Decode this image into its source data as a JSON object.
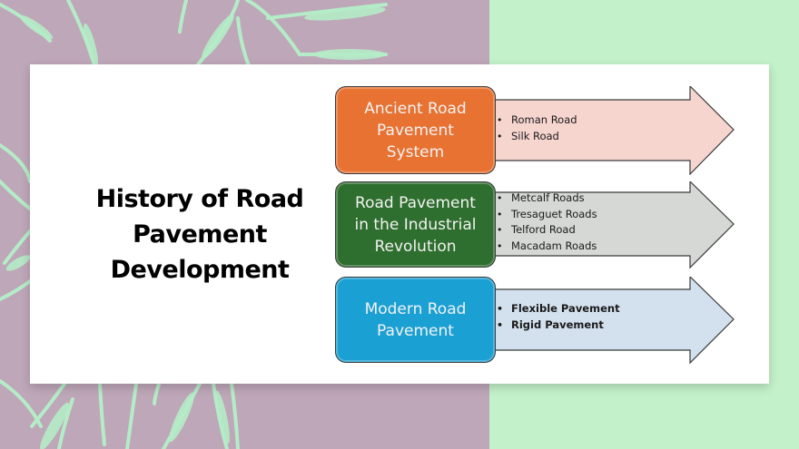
{
  "slide": {
    "title": "History of Road Pavement Development",
    "title_lines": [
      "History of Road",
      "Pavement",
      "Development"
    ]
  },
  "colors": {
    "background_left": "#bea7b8",
    "background_right": "#c3f1c9",
    "leaf_pattern": "#b5ecc8",
    "card": "#ffffff"
  },
  "stages": [
    {
      "label_lines": [
        "Ancient Road",
        "Pavement",
        "System"
      ],
      "box_color": "#e87232",
      "arrow_color": "#f6d5cf",
      "items": [
        "Roman Road",
        "Silk Road"
      ],
      "items_bold": false
    },
    {
      "label_lines": [
        "Road Pavement",
        "in the Industrial",
        "Revolution"
      ],
      "box_color": "#2e6e2e",
      "arrow_color": "#d6d8d6",
      "items": [
        "Metcalf Roads",
        "Tresaguet Roads",
        "Telford Road",
        "Macadam Roads"
      ],
      "items_bold": false
    },
    {
      "label_lines": [
        "Modern Road",
        "Pavement"
      ],
      "box_color": "#1ba0d4",
      "arrow_color": "#d3e1ef",
      "items": [
        "Flexible Pavement",
        "Rigid Pavement"
      ],
      "items_bold": true
    }
  ]
}
